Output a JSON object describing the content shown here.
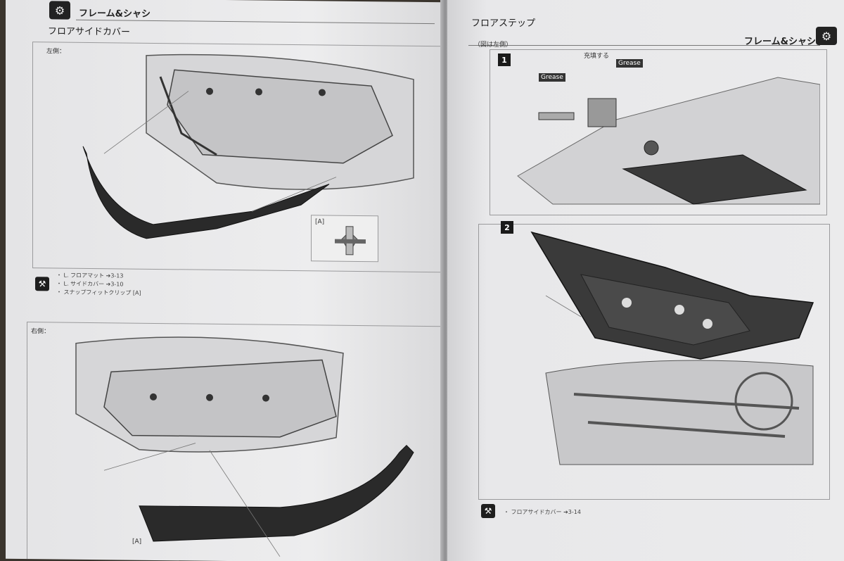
{
  "left_page": {
    "chapter_title": "フレーム&シャシ",
    "section_title": "フロアサイドカバー",
    "top_view_label": "左側：",
    "bottom_view_label": "右側：",
    "callout_label_top": "[A]",
    "callout_label_bottom": "[A]",
    "notes": [
      "・ L. フロアマット ➔3-13",
      "・ L. サイドカバー ➔3-10",
      "・ スナップフィットクリップ [A]"
    ]
  },
  "right_page": {
    "chapter_title": "フレーム&シャシ",
    "section_title": "フロアステップ",
    "view_note": "（図は左側）",
    "step1": "1",
    "step2": "2",
    "fill_label": "充填する",
    "grease_label_1": "Grease",
    "grease_label_2": "Grease",
    "notes": [
      "・ フロアサイドカバー ➔3-14"
    ]
  }
}
